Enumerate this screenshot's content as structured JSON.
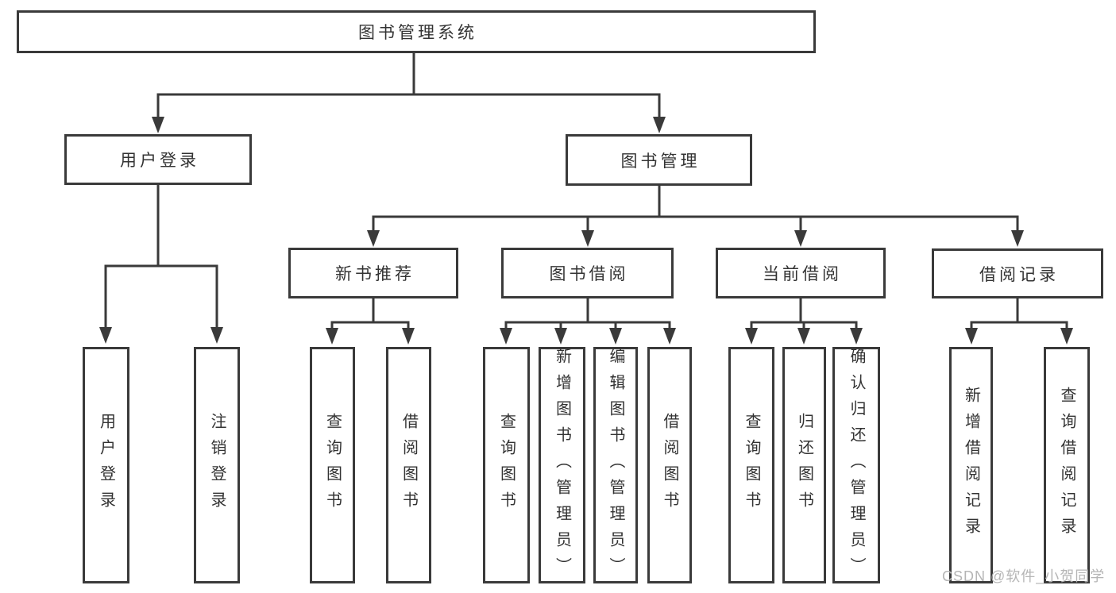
{
  "diagram_type": "hierarchy-tree",
  "colors": {
    "line": "#3a3a3a",
    "text": "#333333",
    "box_background": "#ffffff",
    "page_background": "#ffffff",
    "watermark": "#b5b5b5"
  },
  "tree": {
    "root": {
      "label": "图书管理系统"
    },
    "branches": [
      {
        "label": "用户登录",
        "children": [
          {
            "label": "用户登录"
          },
          {
            "label": "注销登录"
          }
        ]
      },
      {
        "label": "图书管理",
        "children": [
          {
            "label": "新书推荐",
            "children": [
              {
                "label": "查询图书"
              },
              {
                "label": "借阅图书"
              }
            ]
          },
          {
            "label": "图书借阅",
            "children": [
              {
                "label": "查询图书"
              },
              {
                "label": "新增图书（管理员）"
              },
              {
                "label": "编辑图书（管理员）"
              },
              {
                "label": "借阅图书"
              }
            ]
          },
          {
            "label": "当前借阅",
            "children": [
              {
                "label": "查询图书"
              },
              {
                "label": "归还图书"
              },
              {
                "label": "确认归还（管理员）"
              }
            ]
          },
          {
            "label": "借阅记录",
            "children": [
              {
                "label": "新增借阅记录"
              },
              {
                "label": "查询借阅记录"
              }
            ]
          }
        ]
      }
    ]
  },
  "watermark": {
    "text": "CSDN @软件_小贺同学"
  }
}
